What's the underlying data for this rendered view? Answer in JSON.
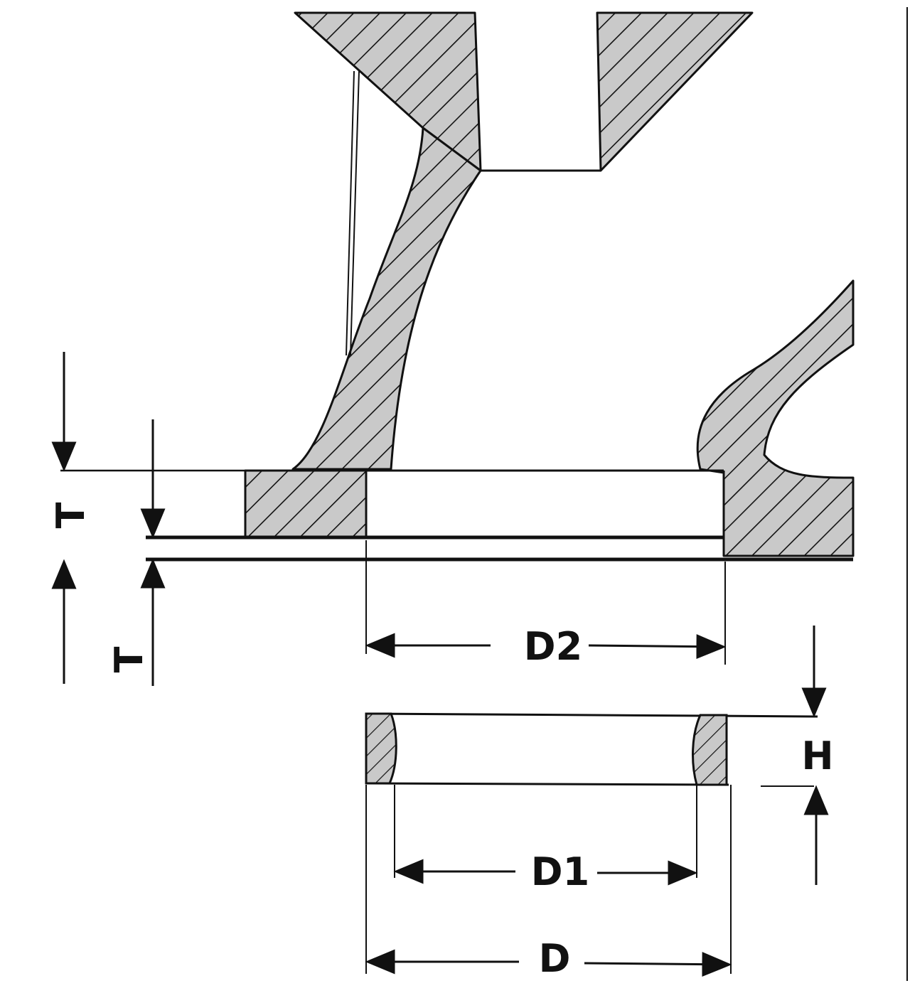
{
  "labels": {
    "t_upper": "T",
    "t_lower": "T",
    "d2": "D2",
    "h": "H",
    "d1": "D1",
    "d": "D"
  },
  "colors": {
    "section_fill": "#c9c9c9",
    "line": "#111111",
    "background": "#ffffff"
  }
}
